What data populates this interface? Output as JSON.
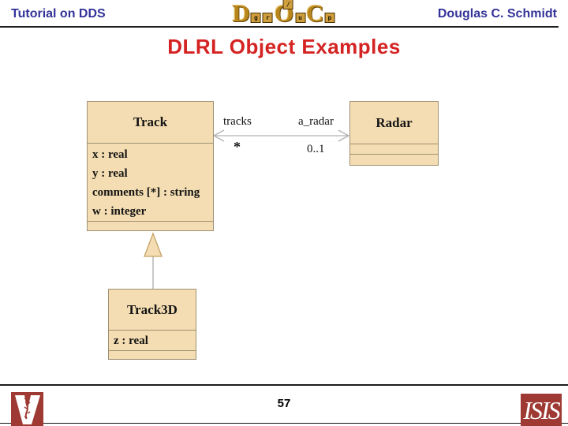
{
  "header": {
    "left_title": "Tutorial on DDS",
    "author": "Douglas C. Schmidt",
    "logo": {
      "d": "D",
      "g": "g",
      "r": "r",
      "o": "O",
      "slash": "/",
      "u": "u",
      "c": "C",
      "p": "p"
    }
  },
  "title": "DLRL Object Examples",
  "diagram": {
    "classes": [
      {
        "name": "Track",
        "attributes": [
          "x : real",
          "y : real",
          "comments [*] : string",
          "w : integer"
        ]
      },
      {
        "name": "Radar",
        "attributes": []
      },
      {
        "name": "Track3D",
        "attributes": [
          "z : real"
        ]
      }
    ],
    "association": {
      "left_role": "tracks",
      "left_multiplicity": "*",
      "right_role": "a_radar",
      "right_multiplicity": "0..1"
    },
    "generalization": {
      "from": "Track3D",
      "to": "Track"
    }
  },
  "footer": {
    "page_number": "57"
  },
  "colors": {
    "header_text": "#333399",
    "title_red": "#d42322",
    "box_fill": "#f4ddb2",
    "box_border": "#9d9073",
    "logo_red": "#9e3a33",
    "connector_gray": "#b2b2b2"
  }
}
